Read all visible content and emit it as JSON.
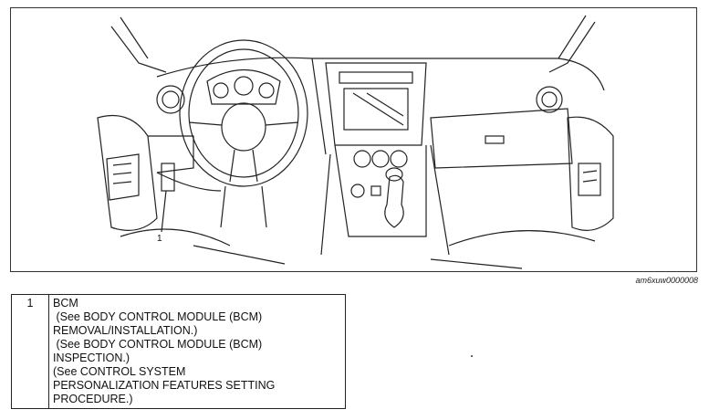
{
  "figure": {
    "callout_number": "1",
    "image_id": "am6xuw0000008"
  },
  "legend": {
    "rows": [
      {
        "number": "1",
        "lines": [
          "BCM",
          " (See BODY CONTROL MODULE (BCM)",
          "REMOVAL/INSTALLATION.)",
          " (See BODY CONTROL MODULE (BCM)",
          "INSPECTION.)",
          "(See CONTROL SYSTEM",
          "PERSONALIZATION FEATURES SETTING",
          "PROCEDURE.)"
        ]
      }
    ]
  }
}
